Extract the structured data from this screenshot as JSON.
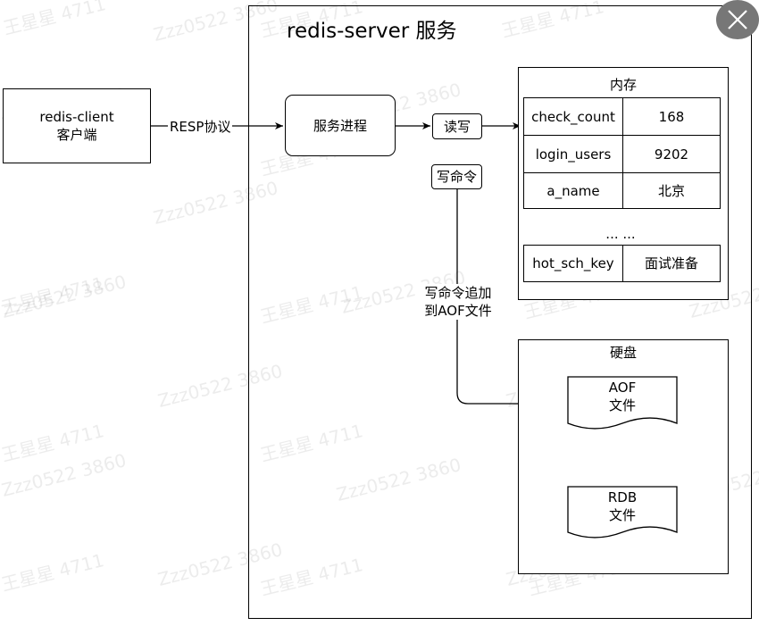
{
  "server": {
    "title": "redis-server 服务"
  },
  "client": {
    "line1": "redis-client",
    "line2": "客户端"
  },
  "protocol_label": "RESP协议",
  "process_label": "服务进程",
  "readwrite_label": "读写",
  "writecmd_label": "写命令",
  "append_label": {
    "line1": "写命令追加",
    "line2": "到AOF文件"
  },
  "memory": {
    "title": "内存",
    "rows": [
      {
        "key": "check_count",
        "value": "168"
      },
      {
        "key": "login_users",
        "value": "9202"
      },
      {
        "key": "a_name",
        "value": "北京"
      }
    ],
    "ellipsis": "... ...",
    "last_row": {
      "key": "hot_sch_key",
      "value": "面试准备"
    }
  },
  "disk": {
    "title": "硬盘",
    "aof": {
      "line1": "AOF",
      "line2": "文件"
    },
    "rdb": {
      "line1": "RDB",
      "line2": "文件"
    }
  },
  "watermarks": [
    "王星星 4711",
    "Zzz0522 3860"
  ],
  "close_icon": "close-icon"
}
